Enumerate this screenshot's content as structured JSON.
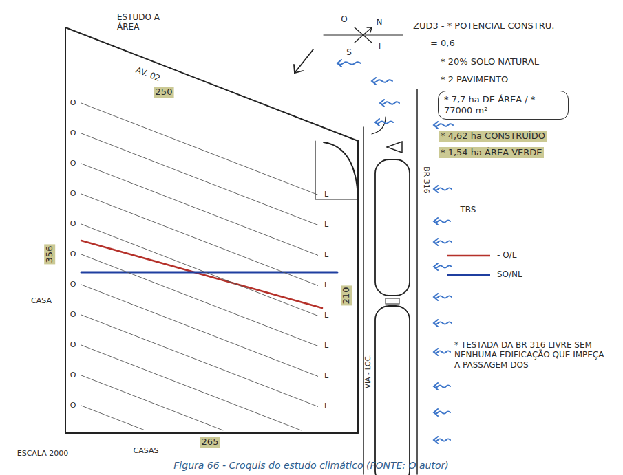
{
  "diagram": {
    "title": "ESTUDO A ÁREA",
    "caption": "Figura 66 - Croquis do estudo climático (FONTE: O autor)",
    "nodes": [
      {
        "text": [
          "* 7,7 ha DE ÁREA / * 77000 m²"
        ]
      }
    ],
    "labels": [
      "AV. 02",
      "250",
      "356",
      "CASA",
      "210",
      "VIA - LOC.",
      "BR 316",
      "265",
      "CASAS",
      "ESCALA 2000",
      "TBS",
      "O",
      "N",
      "L",
      "S",
      "ZUD3 - * POTENCIAL CONSTRU.",
      "= 0,6",
      "* 20% SOLO NATURAL",
      "* 2 PAVIMENTO",
      "* 4,62 ha CONSTRUÍDO",
      "* 1,54 ha ÁREA VERDE",
      "* TESTADA DA BR 316 LIVRE SEM NENHUMA EDIFICAÇÃO QUE IMPEÇA A PASSAGEM DOS",
      "O",
      "O",
      "O",
      "O",
      "O",
      "O",
      "O",
      "O",
      "O",
      "O",
      "O",
      "L",
      "L",
      "L",
      "L",
      "L",
      "L",
      "L",
      "L"
    ],
    "legend": [
      {
        "text": "- O/L"
      },
      {
        "text": "SO/NL"
      }
    ]
  }
}
